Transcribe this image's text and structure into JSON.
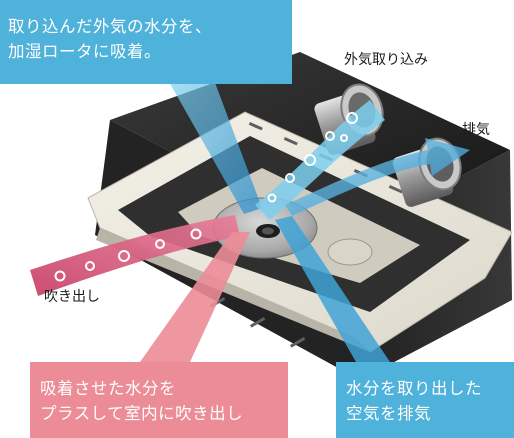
{
  "callouts": {
    "top_line1": "取り込んだ外気の水分を、",
    "top_line2": "加湿ロータに吸着。",
    "bottom_left_line1": "吸着させた水分を",
    "bottom_left_line2": "プラスして室内に吹き出し",
    "bottom_right_line1": "水分を取り出した",
    "bottom_right_line2": "空気を排気"
  },
  "labels": {
    "intake": "外気取り込み",
    "exhaust": "排気",
    "blow_out": "吹き出し"
  },
  "colors": {
    "blue_callout": "#4fb2db",
    "pink_callout": "#ec8c97",
    "unit_body": "#2b2b2b",
    "panel": "#eeeadf",
    "blue_arrow": "#3fa3d6",
    "pink_stream": "#d8597a"
  }
}
